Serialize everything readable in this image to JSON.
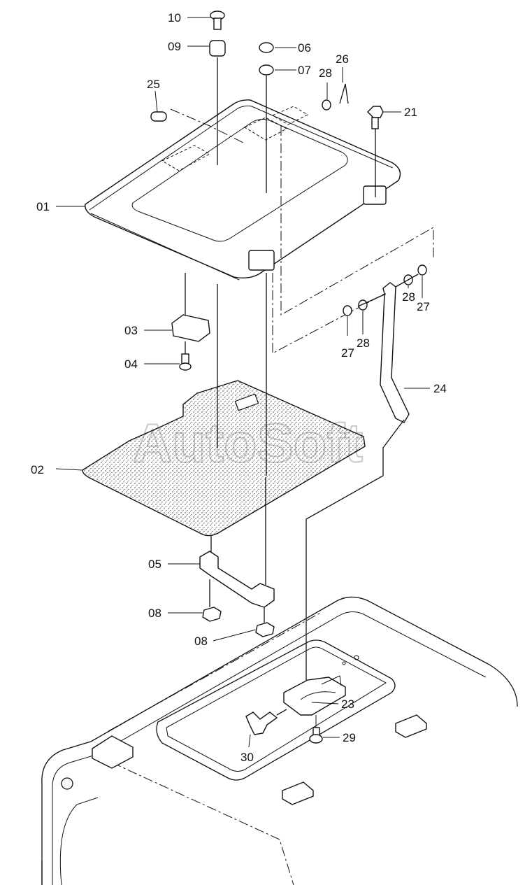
{
  "watermark": "AutoSoft",
  "callouts": {
    "c01": "01",
    "c02": "02",
    "c03": "03",
    "c04": "04",
    "c05": "05",
    "c06": "06",
    "c07": "07",
    "c08a": "08",
    "c08b": "08",
    "c09": "09",
    "c10": "10",
    "c21": "21",
    "c23": "23",
    "c24": "24",
    "c25": "25",
    "c26": "26",
    "c27a": "27",
    "c27b": "27",
    "c28a": "28",
    "c28b": "28",
    "c28c": "28",
    "c29": "29",
    "c30": "30"
  }
}
